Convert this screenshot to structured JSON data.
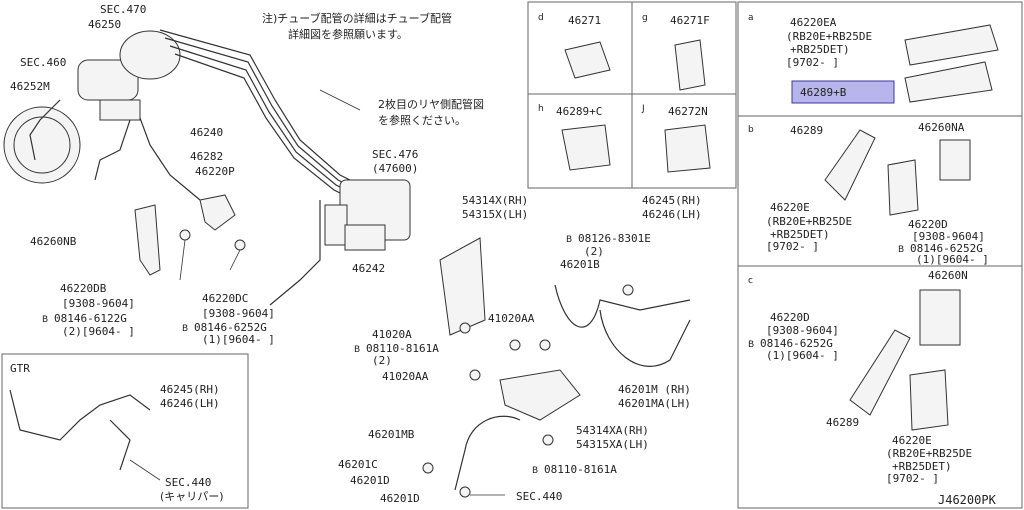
{
  "notes": {
    "tube_note_line1": "注)チューブ配管の詳細はチューブ配管",
    "tube_note_line2": "詳細図を参照願います。",
    "rear_note_line1": "2枚目のリヤ側配管図",
    "rear_note_line2": "を参照ください。"
  },
  "main_labels": {
    "sec470": "SEC.470",
    "p46250": "46250",
    "sec460": "SEC.460",
    "p46252m": "46252M",
    "p46240": "46240",
    "p46282": "46282",
    "p46220p": "46220P",
    "p46260nb": "46260NB",
    "p46220db": "46220DB",
    "p46220db_date": "[9308-9604]",
    "p08146_6122g": "08146-6122G",
    "p08146_6122g_qty": "(2)[9604-   ]",
    "p46220dc": "46220DC",
    "p46220dc_date": "[9308-9604]",
    "p08146_6252g": "08146-6252G",
    "p08146_6252g_qty": "(1)[9604-   ]",
    "sec476": "SEC.476",
    "p47600": "(47600)",
    "p46242": "46242",
    "p54314x": "54314X(RH)",
    "p54315x": "54315X(LH)",
    "p46245_rh": "46245(RH)",
    "p46246_lh": "46246(LH)",
    "p08126_8301e": "08126-8301E",
    "p08126_8301e_qty": "(2)",
    "p46201b": "46201B",
    "p41020a": "41020A",
    "p41020aa_1": "41020AA",
    "p08110_8161a": "08110-8161A",
    "p08110_8161a_qty": "(2)",
    "p41020aa_2": "41020AA",
    "p46201m": "46201M (RH)",
    "p46201ma": "46201MA(LH)",
    "p46201mb": "46201MB",
    "p54314xa": "54314XA(RH)",
    "p54315xa": "54315XA(LH)",
    "p46201c": "46201C",
    "p46201d_1": "46201D",
    "p08110_8161a_2": "08110-8161A",
    "p46201d_2": "46201D",
    "sec440_main": "SEC.440"
  },
  "gtr": {
    "title": "GTR",
    "p46245": "46245(RH)",
    "p46246": "46246(LH)",
    "sec440": "SEC.440",
    "caliper": "(キャリパー)"
  },
  "detail_grid": {
    "d_letter": "d",
    "d_part": "46271",
    "g_letter": "g",
    "g_part": "46271F",
    "h_letter": "h",
    "h_part": "46289+C",
    "j_letter": "J",
    "j_part": "46272N"
  },
  "panel_a": {
    "letter": "a",
    "p46220ea": "46220EA",
    "variant1": "(RB20E+RB25DE",
    "variant2": "+RB25DET)",
    "date": "[9702-     ]",
    "highlighted_part": "46289+B"
  },
  "panel_b": {
    "letter": "b",
    "p46289": "46289",
    "p46260na": "46260NA",
    "p46220e": "46220E",
    "variant1": "(RB20E+RB25DE",
    "variant2": "+RB25DET)",
    "date": "[9702-     ]",
    "p46220d": "46220D",
    "p46220d_date": "[9308-9604]",
    "p08146": "08146-6252G",
    "p08146_qty": "(1)[9604-   ]"
  },
  "panel_c": {
    "letter": "c",
    "p46260n": "46260N",
    "p46220d": "46220D",
    "p46220d_date": "[9308-9604]",
    "p08146": "08146-6252G",
    "p08146_qty": "(1)[9604-   ]",
    "p46289": "46289",
    "p46220e": "46220E",
    "variant1": "(RB20E+RB25DE",
    "variant2": "+RB25DET)",
    "date": "[9702-     ]"
  },
  "bolt_marker": "B",
  "diagram_code": "J46200PK",
  "colors": {
    "highlight": "#b8b4ec",
    "line": "#333333"
  }
}
